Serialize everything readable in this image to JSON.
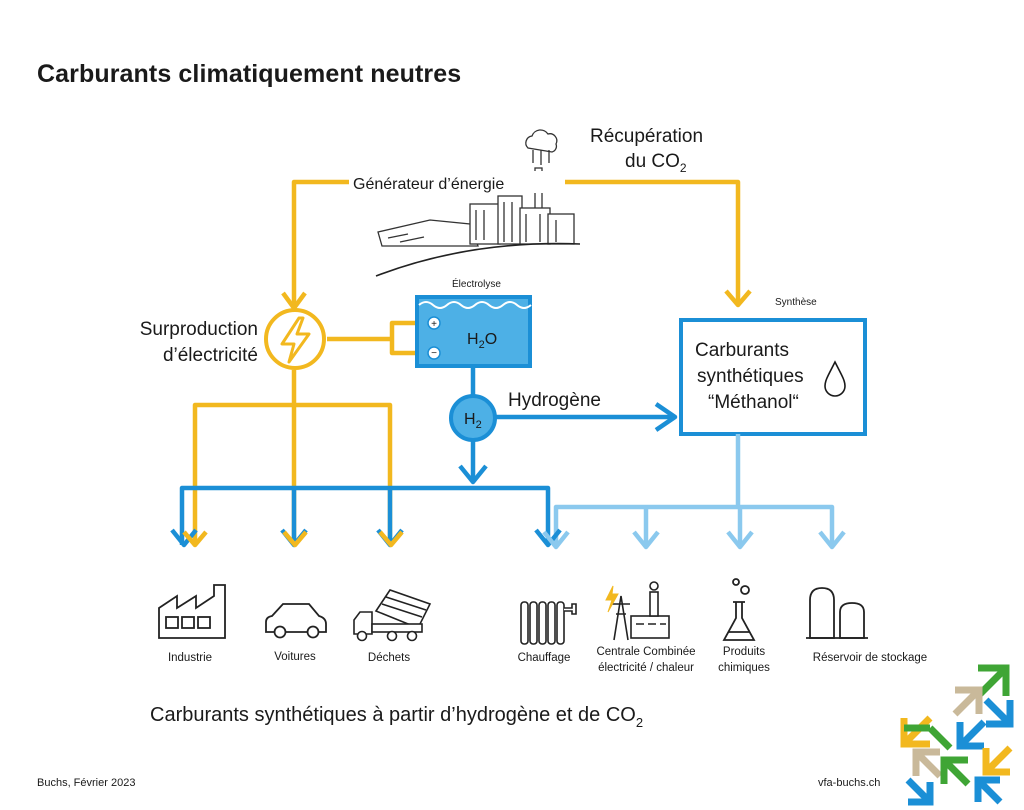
{
  "title": "Carburants climatiquement neutres",
  "recovery": {
    "line1": "Récupération",
    "line2": "du CO",
    "sub": "2"
  },
  "generator_label": "Générateur d’énergie",
  "electrolysis_label": "Électrolyse",
  "water": {
    "main": "H",
    "sub": "2",
    "tail": "O"
  },
  "surplus": {
    "line1": "Surproduction",
    "line2": "d’électricité"
  },
  "hydrogen": {
    "label": "Hydrogène",
    "symbol": "H",
    "sub": "2"
  },
  "synthesis": {
    "label": "Synthèse",
    "line1": "Carburants",
    "line2": "synthétiques",
    "line3": "“Méthanol“"
  },
  "outputs": [
    {
      "label": "Industrie",
      "icon": "factory-icon"
    },
    {
      "label": "Voitures",
      "icon": "car-icon"
    },
    {
      "label": "Déchets",
      "icon": "dump-truck-icon"
    },
    {
      "label": "Chauffage",
      "icon": "radiator-icon"
    },
    {
      "line1": "Centrale Combinée",
      "line2": "électricité / chaleur",
      "icon": "power-plant-icon"
    },
    {
      "line1": "Produits",
      "line2": "chimiques",
      "icon": "flask-icon"
    },
    {
      "label": "Réservoir de stockage",
      "icon": "storage-tank-icon"
    }
  ],
  "subtitle": {
    "text": "Carburants synthétiques à partir d’hydrogène et de CO",
    "sub": "2"
  },
  "footer": {
    "left": "Buchs, Février 2023",
    "right": "vfa-buchs.ch"
  },
  "colors": {
    "electricity": "#F2B81F",
    "hydrogen": "#1B8FD6",
    "synthetic": "#8BC9EE",
    "water": "#4DB0E6",
    "logo_green": "#3FA535",
    "logo_yellow": "#F2B81F",
    "logo_blue": "#1B8FD6",
    "logo_beige": "#C9B99A"
  }
}
